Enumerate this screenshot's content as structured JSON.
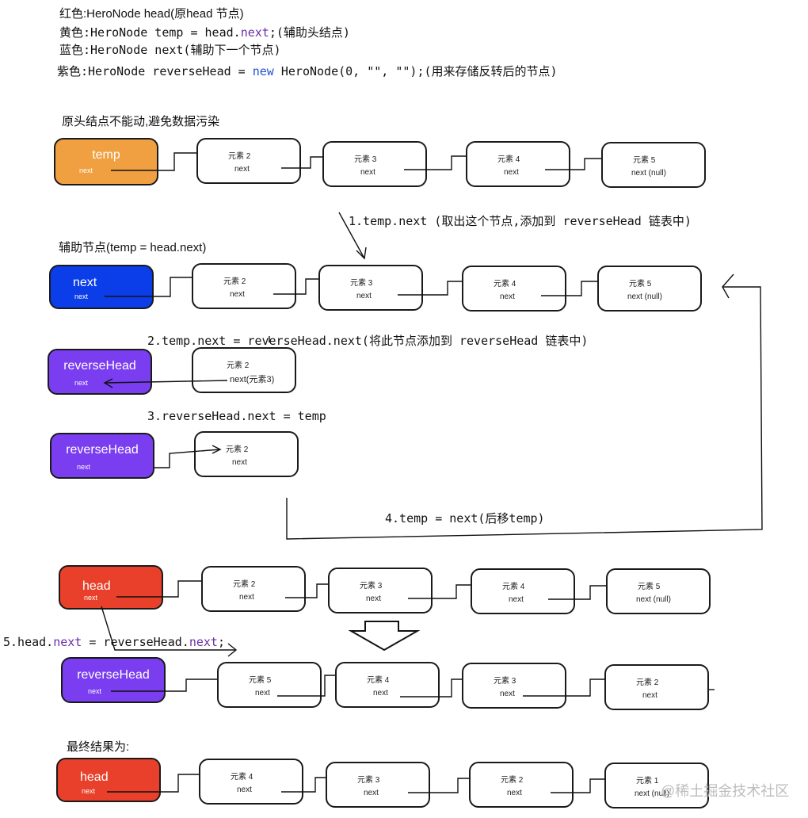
{
  "legend": {
    "red": "红色:HeroNode head(原head 节点)",
    "yellow_prefix": "黄色:HeroNode temp = head.",
    "yellow_kw": "next",
    "yellow_suffix": ";(辅助头结点)",
    "blue": "蓝色:HeroNode next(辅助下一个节点)",
    "purple_prefix": "紫色:HeroNode reverseHead = ",
    "purple_new": "new",
    "purple_mid": " HeroNode(0, \"\", \"\");(用来存储反转后的节点)"
  },
  "captions": {
    "c1": "原头结点不能动,避免数据污染",
    "c2": "辅助节点(temp = head.next)",
    "final": "最终结果为:"
  },
  "steps": {
    "s1": "1.temp.next (取出这个节点,添加到 reverseHead 链表中)",
    "s2": "2.temp.next  = reverseHead.next(将此节点添加到 reverseHead 链表中)",
    "s3": "3.reverseHead.next = temp",
    "s4": "4.temp = next(后移temp)",
    "s5_prefix": "5.head.",
    "s5_kw1": "next",
    "s5_mid": " = reverseHead.",
    "s5_kw2": "next",
    "s5_suffix": ";"
  },
  "rows": {
    "r1": {
      "head": {
        "title": "temp",
        "next": "next",
        "color": "#f0a040"
      },
      "nodes": [
        {
          "label": "元素 2",
          "next": "next"
        },
        {
          "label": "元素 3",
          "next": "next"
        },
        {
          "label": "元素 4",
          "next": "next"
        },
        {
          "label": "元素 5",
          "next": "next (null)"
        }
      ]
    },
    "r2": {
      "head": {
        "title": "next",
        "next": "next",
        "color": "#0b3de8"
      },
      "nodes": [
        {
          "label": "元素 2",
          "next": "next"
        },
        {
          "label": "元素 3",
          "next": "next"
        },
        {
          "label": "元素 4",
          "next": "next"
        },
        {
          "label": "元素 5",
          "next": "next (null)"
        }
      ]
    },
    "r3": {
      "head": {
        "title": "reverseHead",
        "next": "next",
        "color": "#7a3df0"
      },
      "nodes": [
        {
          "label": "元素 2",
          "next": "next(元素3)"
        }
      ]
    },
    "r4": {
      "head": {
        "title": "reverseHead",
        "next": "next",
        "color": "#7a3df0"
      },
      "nodes": [
        {
          "label": "元素 2",
          "next": "next"
        }
      ]
    },
    "r5": {
      "head": {
        "title": "head",
        "next": "next",
        "color": "#e8402a"
      },
      "nodes": [
        {
          "label": "元素 2",
          "next": "next"
        },
        {
          "label": "元素 3",
          "next": "next"
        },
        {
          "label": "元素 4",
          "next": "next"
        },
        {
          "label": "元素 5",
          "next": "next (null)"
        }
      ]
    },
    "r6": {
      "head": {
        "title": "reverseHead",
        "next": "next",
        "color": "#7a3df0"
      },
      "nodes": [
        {
          "label": "元素 5",
          "next": "next"
        },
        {
          "label": "元素 4",
          "next": "next"
        },
        {
          "label": "元素 3",
          "next": "next"
        },
        {
          "label": "元素 2",
          "next": "next"
        }
      ]
    },
    "r7": {
      "head": {
        "title": "head",
        "next": "next",
        "color": "#e8402a"
      },
      "nodes": [
        {
          "label": "元素 4",
          "next": "next"
        },
        {
          "label": "元素 3",
          "next": "next"
        },
        {
          "label": "元素 2",
          "next": "next"
        },
        {
          "label": "元素 1",
          "next": "next (null)"
        }
      ]
    }
  },
  "watermark": "@稀土掘金技术社区"
}
